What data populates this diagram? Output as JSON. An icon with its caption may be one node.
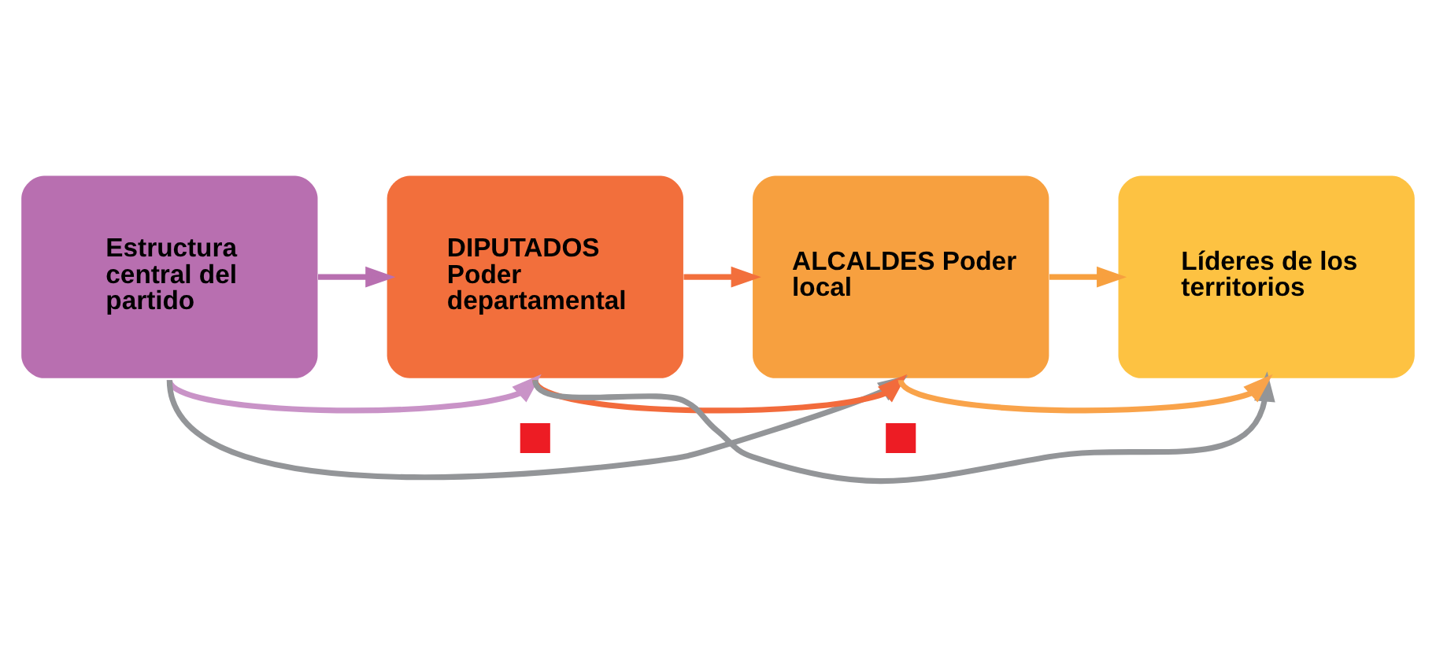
{
  "diagram": {
    "nodes": [
      {
        "text": [
          "Estructura central del partido"
        ]
      },
      {
        "text": [
          "DIPUTADOS Poder departamental"
        ]
      },
      {
        "text": [
          "ALCALDES Poder local"
        ]
      },
      {
        "text": [
          "Líderes de los territorios"
        ]
      }
    ],
    "edges": [
      {
        "from": 0,
        "to": 1,
        "arrow": "to",
        "color": "#b86fb0"
      },
      {
        "from": 1,
        "to": 2,
        "arrow": "to",
        "color": "#f26f3c"
      },
      {
        "from": 2,
        "to": 3,
        "arrow": "to",
        "color": "#f7a03f"
      },
      {
        "from": 0,
        "to": 1,
        "arrow": "to",
        "color": "#c993c7"
      },
      {
        "from": 1,
        "to": 2,
        "arrow": "to",
        "color": "#f26b3c"
      },
      {
        "from": 2,
        "to": 3,
        "arrow": "to",
        "color": "#f9a34a"
      },
      {
        "from": 0,
        "to": 2,
        "arrow": "to",
        "color": "#939598"
      },
      {
        "from": 1,
        "to": 3,
        "arrow": "to",
        "color": "#939598"
      }
    ]
  }
}
